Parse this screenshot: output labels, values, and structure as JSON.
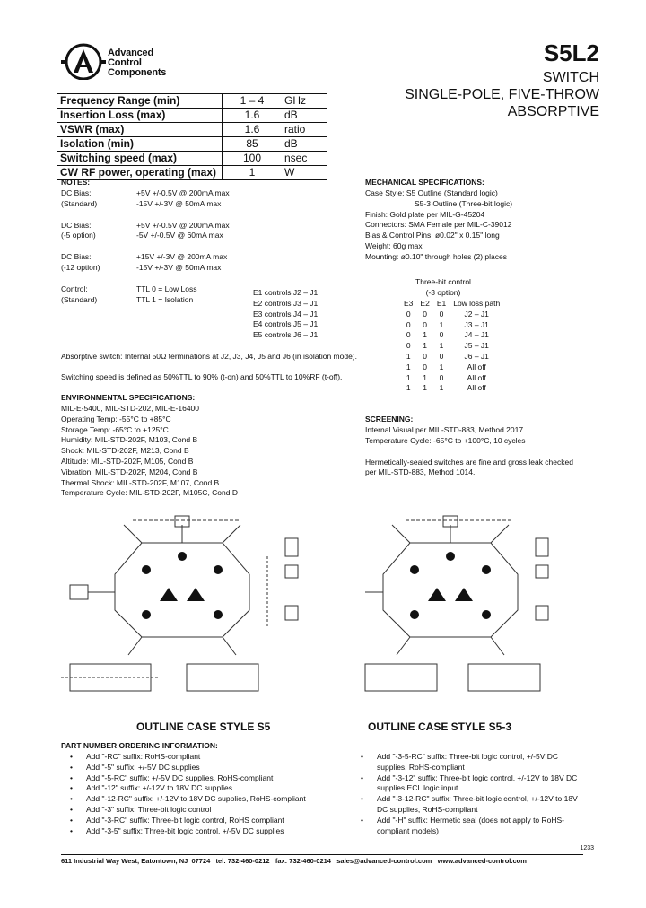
{
  "company": {
    "line1": "Advanced",
    "line2": "Control",
    "line3": "Components"
  },
  "header": {
    "part": "S5L2",
    "line1": "SWITCH",
    "line2": "SINGLE-POLE, FIVE-THROW",
    "line3": "ABSORPTIVE"
  },
  "specs": [
    {
      "param": "Frequency Range (min)",
      "value": "1 – 4",
      "unit": "GHz"
    },
    {
      "param": "Insertion Loss (max)",
      "value": "1.6",
      "unit": "dB"
    },
    {
      "param": "VSWR (max)",
      "value": "1.6",
      "unit": "ratio"
    },
    {
      "param": "Isolation (min)",
      "value": "85",
      "unit": "dB"
    },
    {
      "param": "Switching speed (max)",
      "value": "100",
      "unit": "nsec"
    },
    {
      "param": "CW RF power, operating (max)",
      "value": "1",
      "unit": "W"
    }
  ],
  "notes": {
    "heading": "NOTES:",
    "bias1_a": "DC Bias:",
    "bias1_b": "(Standard)",
    "bias1_v1": "+5V +/-0.5V @ 200mA max",
    "bias1_v2": "-15V +/-3V @ 50mA max",
    "bias2_a": "DC Bias:",
    "bias2_b": "(-5 option)",
    "bias2_v1": "+5V +/-0.5V @ 200mA max",
    "bias2_v2": "-5V +/-0.5V @ 60mA max",
    "bias3_a": "DC Bias:",
    "bias3_b": "(-12 option)",
    "bias3_v1": "+15V +/-3V @ 200mA max",
    "bias3_v2": "-15V +/-3V @ 50mA max",
    "ctrl_a": "Control:",
    "ctrl_b": "(Standard)",
    "ctrl_v1": "TTL 0 = Low Loss",
    "ctrl_v2": "TTL 1 = Isolation",
    "e1": "E1 controls J2 – J1",
    "e2": "E2 controls J3 – J1",
    "e3": "E3 controls J4 – J1",
    "e4": "E4 controls J5 – J1",
    "e5": "E5 controls J6 – J1",
    "absorptive": "Absorptive switch: Internal 50Ω terminations at J2, J3, J4, J5 and J6 (in isolation mode).",
    "switching": "Switching speed is defined as 50%TTL to 90% (t-on) and 50%TTL to 10%RF (t-off)."
  },
  "mech": {
    "heading": "MECHANICAL SPECIFICATIONS:",
    "l1": "Case Style:  S5 Outline (Standard logic)",
    "l2": "S5-3 Outline (Three-bit logic)",
    "l3": "Finish: Gold plate per MIL-G-45204",
    "l4": "Connectors: SMA Female per MIL-C-39012",
    "l5": "Bias & Control Pins: ø0.02\" x 0.15\" long",
    "l6": "Weight: 60g max",
    "l7": "Mounting: ø0.10\" through holes (2) places"
  },
  "threebit": {
    "title1": "Three-bit control",
    "title2": "(-3 option)",
    "header": [
      "E3",
      "E2",
      "E1",
      "Low loss path"
    ],
    "rows": [
      [
        "0",
        "0",
        "0",
        "J2 – J1"
      ],
      [
        "0",
        "0",
        "1",
        "J3 – J1"
      ],
      [
        "0",
        "1",
        "0",
        "J4 – J1"
      ],
      [
        "0",
        "1",
        "1",
        "J5 – J1"
      ],
      [
        "1",
        "0",
        "0",
        "J6 – J1"
      ],
      [
        "1",
        "0",
        "1",
        "All off"
      ],
      [
        "1",
        "1",
        "0",
        "All off"
      ],
      [
        "1",
        "1",
        "1",
        "All off"
      ]
    ]
  },
  "env": {
    "heading": "ENVIRONMENTAL SPECIFICATIONS:",
    "lines": [
      "MIL-E-5400, MIL-STD-202, MIL-E-16400",
      "Operating Temp: -55°C to +85°C",
      "Storage Temp: -65°C to +125°C",
      "Humidity: MIL-STD-202F, M103, Cond B",
      "Shock: MIL-STD-202F, M213, Cond B",
      "Altitude: MIL-STD-202F, M105, Cond B",
      "Vibration: MIL-STD-202F, M204, Cond B",
      "Thermal Shock: MIL-STD-202F, M107, Cond B",
      "Temperature Cycle: MIL-STD-202F, M105C, Cond D"
    ]
  },
  "screening": {
    "heading": "SCREENING:",
    "l1": "Internal Visual per MIL-STD-883, Method 2017",
    "l2": "Temperature Cycle: -65°C to +100°C, 10 cycles",
    "l3": "Hermetically-sealed switches are fine and gross leak checked",
    "l4": "per MIL-STD-883, Method 1014."
  },
  "outlines": {
    "left": "OUTLINE CASE STYLE S5",
    "right": "OUTLINE CASE STYLE S5-3"
  },
  "ordering": {
    "heading": "PART NUMBER ORDERING INFORMATION:",
    "left": [
      "Add \"-RC\" suffix: RoHS-compliant",
      "Add \"-5\" suffix: +/-5V DC supplies",
      "Add \"-5-RC\" suffix: +/-5V DC supplies, RoHS-compliant",
      "Add \"-12\" suffix: +/-12V to 18V DC supplies",
      "Add \"-12-RC\" suffix: +/-12V to 18V DC supplies, RoHS-compliant",
      "Add \"-3\" suffix: Three-bit logic control",
      "Add \"-3-RC\" suffix: Three-bit logic control, RoHS compliant",
      "Add \"-3-5\" suffix: Three-bit logic control, +/-5V DC supplies"
    ],
    "right": [
      [
        "Add \"-3-5-RC\" suffix: Three-bit logic control, +/-5V DC",
        "supplies, RoHS-compliant"
      ],
      [
        "Add \"-3-12\" suffix: Three-bit logic control, +/-12V to 18V DC",
        "supplies ECL logic input"
      ],
      [
        "Add \"-3-12-RC\" suffix: Three-bit logic control, +/-12V to 18V",
        "DC supplies, RoHS-compliant"
      ],
      [
        "Add \"-H\" suffix: Hermetic seal (does not apply to RoHS-",
        "compliant models)"
      ]
    ]
  },
  "page_num": "1233",
  "footer": "611 Industrial Way West, Eatontown, NJ  07724   tel: 732-460-0212   fax: 732-460-0214   sales@advanced-control.com   www.advanced-control.com"
}
